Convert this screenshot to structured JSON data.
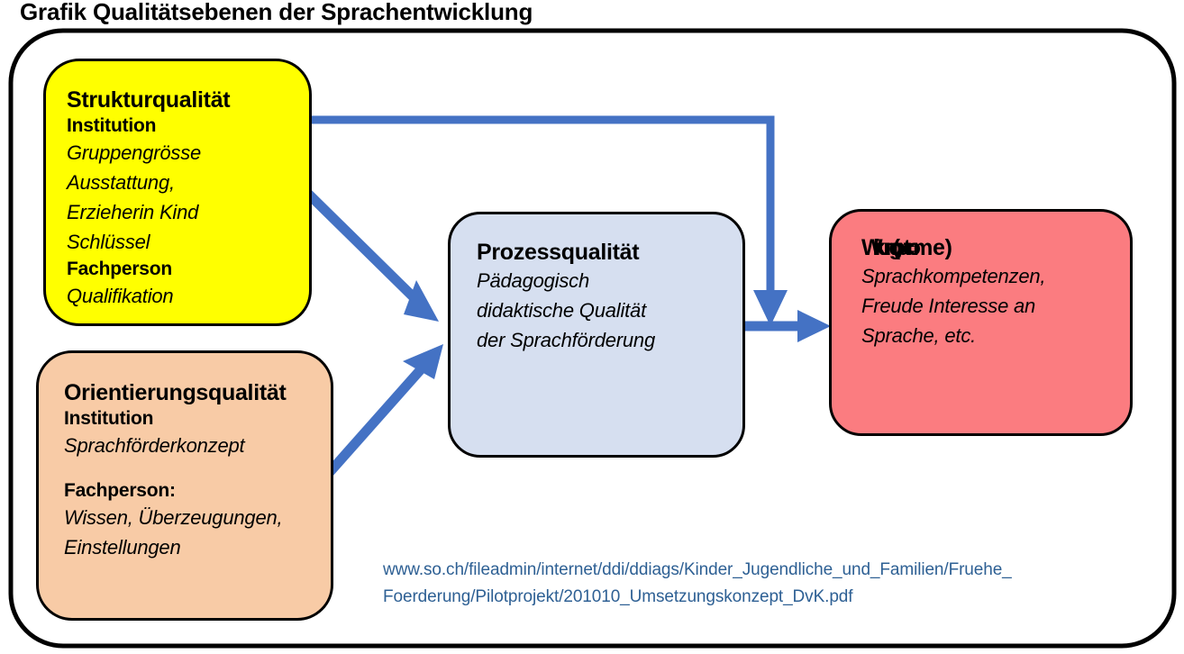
{
  "page": {
    "title": "Grafik Qualitätsebenen der Sprachentwicklung",
    "background": "#ffffff",
    "frame_border_color": "#000000"
  },
  "palette": {
    "struktur_fill": "#FFFF00",
    "orientierung_fill": "#F8CBA6",
    "prozess_fill": "#D6DFF0",
    "wirkung_fill": "#FB7C80",
    "arrow_color": "#4472C4",
    "link_color": "#2E6094",
    "outline": "#000000"
  },
  "diagram": {
    "type": "flow-diagram",
    "nodes": [
      {
        "id": "struktur",
        "heading": "Strukturqualität",
        "subheading_1": "Institution",
        "items_1": [
          "Gruppengrösse",
          "Ausstattung,",
          "Erzieherin Kind",
          "Schlüssel"
        ],
        "subheading_2": "Fachperson",
        "items_2": [
          "Qualifikation"
        ]
      },
      {
        "id": "orientierung",
        "heading": "Orientierungsqualität",
        "subheading_1": "Institution",
        "items_1": [
          "Sprachförderkonzept"
        ],
        "subheading_2": "Fachperson:",
        "items_2": [
          "Wissen, Überzeugungen,",
          "Einstellungen"
        ]
      },
      {
        "id": "prozess",
        "heading": "Prozessqualität",
        "items_1": [
          "Pädagogisch",
          "didaktische Qualität",
          "der Sprachförderung"
        ]
      },
      {
        "id": "wirkung",
        "heading_main": "Wirkung (outco",
        "heading_tail": "me)",
        "heading_full": "Wirkung (outcome)",
        "items_1": [
          "Sprachkompetenzen,",
          "Freude Interesse an",
          "Sprache, etc."
        ]
      }
    ],
    "edges": [
      {
        "id": "struktur-to-wirkung",
        "from": "struktur",
        "to": "wirkung",
        "shape": "elbow-right-down"
      },
      {
        "id": "struktur-to-prozess",
        "from": "struktur",
        "to": "prozess",
        "shape": "diagonal-down-right"
      },
      {
        "id": "orientierung-to-prozess",
        "from": "orientierung",
        "to": "prozess",
        "shape": "diagonal-up-right"
      },
      {
        "id": "prozess-to-wirkung",
        "from": "prozess",
        "to": "wirkung",
        "shape": "straight-right"
      }
    ]
  },
  "source": {
    "line1": "www.so.ch/fileadmin/internet/ddi/ddiags/Kinder_Jugendliche_und_Familien/Fruehe_",
    "line2": "Foerderung/Pilotprojekt/201010_Umsetzungskonzept_DvK.pdf"
  }
}
